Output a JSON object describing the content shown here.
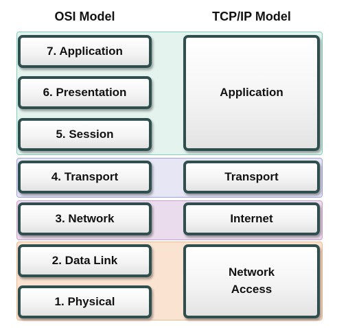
{
  "headers": {
    "osi": "OSI Model",
    "tcpip": "TCP/IP Model"
  },
  "osi_layers": [
    "7. Application",
    "6. Presentation",
    "5. Session",
    "4. Transport",
    "3. Network",
    "2. Data Link",
    "1. Physical"
  ],
  "tcpip_layers": [
    {
      "line1": "Application",
      "line2": ""
    },
    {
      "line1": "Transport",
      "line2": ""
    },
    {
      "line1": "Internet",
      "line2": ""
    },
    {
      "line1": "Network",
      "line2": "Access"
    }
  ],
  "colors": {
    "application_band": "#e4f3ee",
    "transport_band": "#e6e6f5",
    "internet_band": "#eadcec",
    "network_access_band": "#fbe3d2",
    "box_border": "#2f4f4f"
  }
}
